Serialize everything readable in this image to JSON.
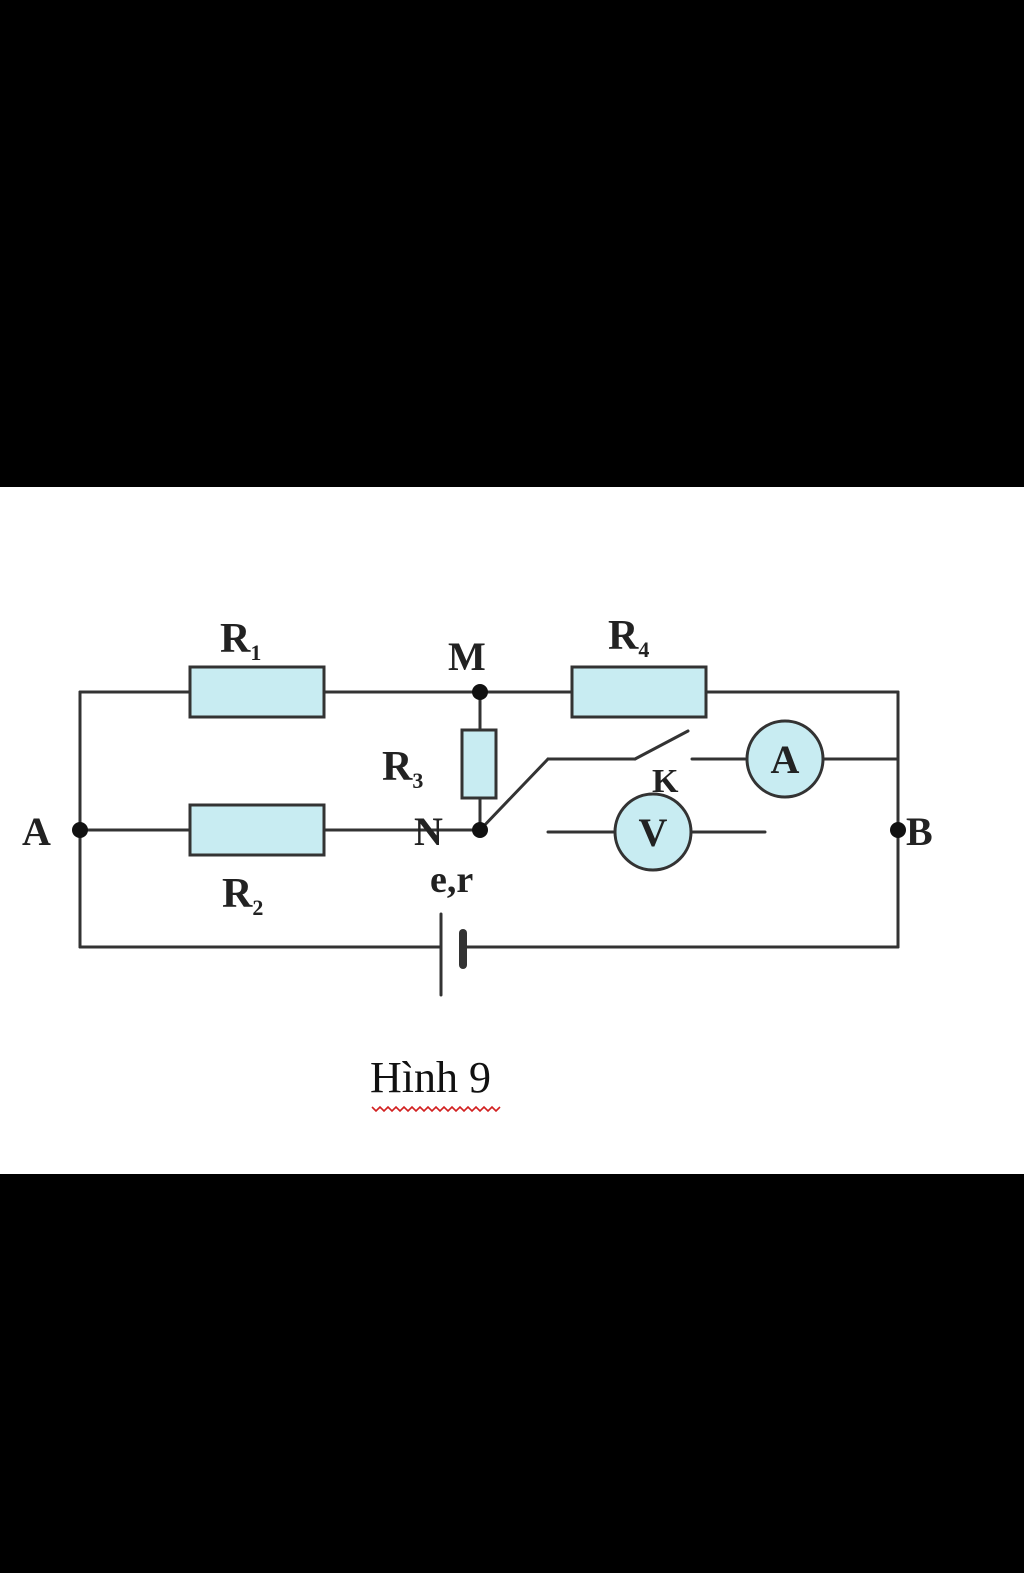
{
  "labels": {
    "r1": {
      "main": "R",
      "sub": "1"
    },
    "r2": {
      "main": "R",
      "sub": "2"
    },
    "r3": {
      "main": "R",
      "sub": "3"
    },
    "r4": {
      "main": "R",
      "sub": "4"
    },
    "node_a": "A",
    "node_b": "B",
    "node_m": "M",
    "node_n": "N",
    "switch_k": "K",
    "source": "e,r",
    "ammeter": "A",
    "voltmeter": "V"
  },
  "caption": "Hình 9",
  "colors": {
    "background": "#000000",
    "panel": "#ffffff",
    "component_fill": "#c8ecf2",
    "wire": "#333333",
    "spellcheck_underline": "#d22020"
  }
}
